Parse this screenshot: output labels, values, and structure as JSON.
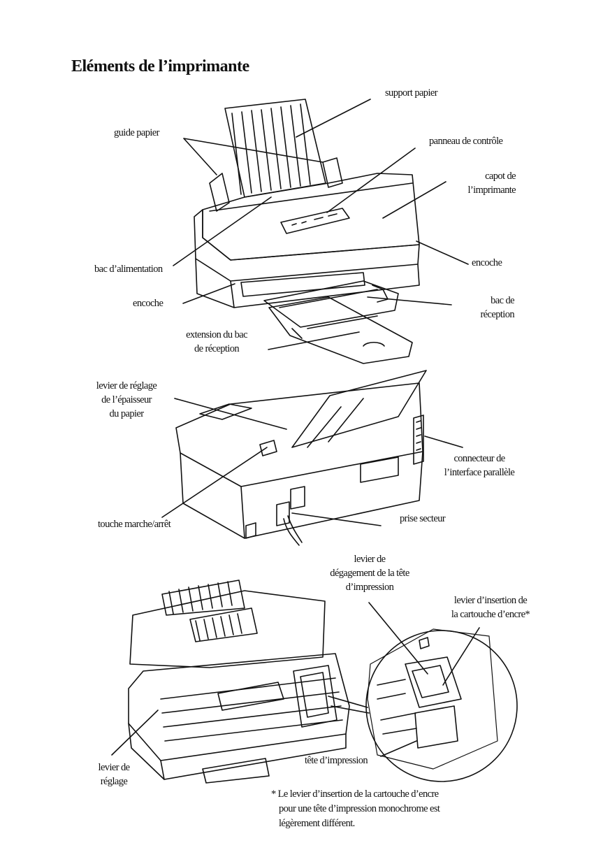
{
  "title": "Eléments de l’imprimante",
  "figure1": {
    "labels": {
      "support_papier": "support papier",
      "guide_papier": "guide papier",
      "panneau": "panneau de contrôle",
      "capot_1": "capot de",
      "capot_2": "l’imprimante",
      "bac_alim": "bac d’alimentation",
      "encoche_right": "encoche",
      "encoche_left": "encoche",
      "bac_reception_1": "bac de",
      "bac_reception_2": "réception",
      "extension_1": "extension du bac",
      "extension_2": "de réception"
    }
  },
  "figure2": {
    "labels": {
      "levier_epaisseur_1": "levier de réglage",
      "levier_epaisseur_2": "de l’épaisseur",
      "levier_epaisseur_3": "du papier",
      "connecteur_1": "connecteur de",
      "connecteur_2": "l’interface parallèle",
      "touche": "touche marche/arrêt",
      "prise": "prise secteur"
    }
  },
  "figure3": {
    "labels": {
      "degagement_1": "levier de",
      "degagement_2": "dégagement de la tête",
      "degagement_3": "d’impression",
      "insertion_1": "levier d’insertion de",
      "insertion_2": "la cartouche d’encre*",
      "tete": "tête d’impression",
      "reglage_1": "levier de",
      "reglage_2": "réglage"
    }
  },
  "footnote": {
    "line1": "* Le levier d’insertion de la cartouche d’encre",
    "line2": "pour une tête d’impression monochrome est",
    "line3": "légèrement différent."
  }
}
